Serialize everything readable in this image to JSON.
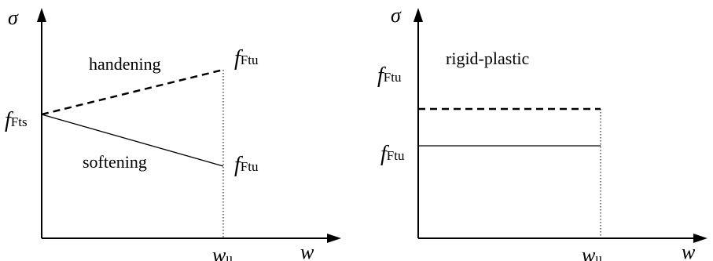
{
  "left_panel": {
    "y_axis_label": "σ",
    "x_axis_label": "w",
    "wu_main": "w",
    "wu_sub": "u",
    "fts_main": "f",
    "fts_sub": "Fts",
    "ftu_top_main": "f",
    "ftu_top_sub": "Ftu",
    "ftu_bottom_main": "f",
    "ftu_bottom_sub": "Ftu",
    "hardening_label": "handening",
    "softening_label": "softening"
  },
  "right_panel": {
    "y_axis_label": "σ",
    "x_axis_label": "w",
    "wu_main": "w",
    "wu_sub": "u",
    "ftu_top_main": "f",
    "ftu_top_sub": "Ftu",
    "ftu_bottom_main": "f",
    "ftu_bottom_sub": "Ftu",
    "rigid_plastic_label": "rigid-plastic"
  },
  "colors": {
    "line": "#000000",
    "background": "#ffffff"
  }
}
